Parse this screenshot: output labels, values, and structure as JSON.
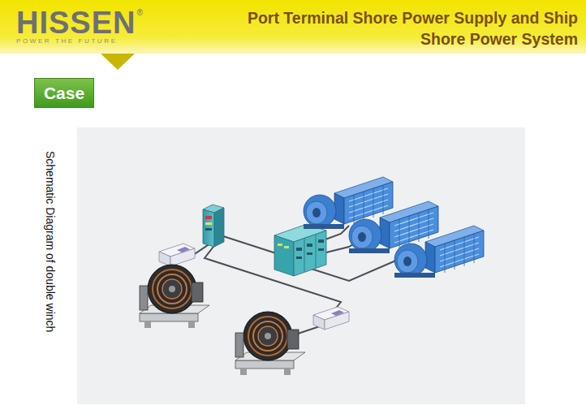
{
  "diagram": {
    "title": "Port Terminal Shore Power Supply and Ship Shore Power System",
    "caption": "Schematic Diagram of double winch",
    "nodes": [
      {
        "text": [
          "Case"
        ]
      }
    ],
    "labels": [
      "HISSEN",
      "®",
      "POWER THE FUTURE"
    ]
  }
}
